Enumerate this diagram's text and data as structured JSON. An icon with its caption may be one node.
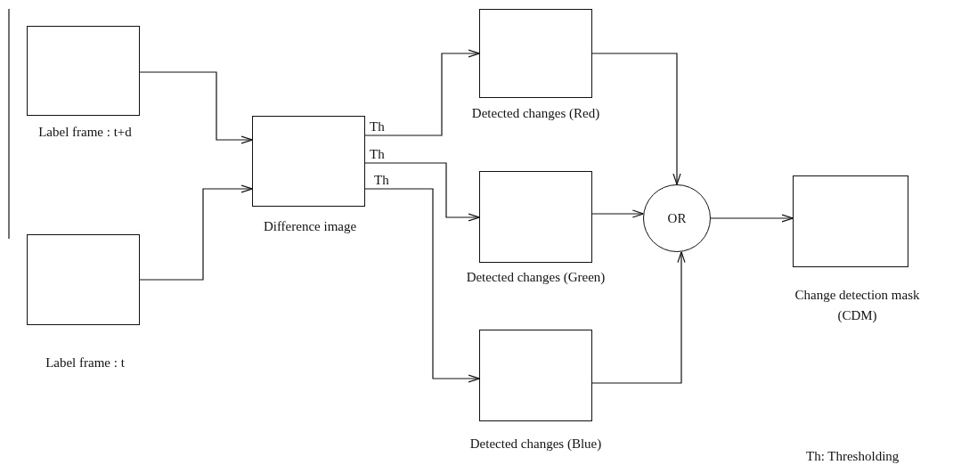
{
  "diagram": {
    "nodes": [
      {
        "text": [
          "Label frame : t+d"
        ]
      },
      {
        "text": [
          "Label frame : t"
        ]
      },
      {
        "text": [
          "Difference image"
        ]
      },
      {
        "text": [
          "Detected changes (Red)"
        ]
      },
      {
        "text": [
          "Detected changes (Green)"
        ]
      },
      {
        "text": [
          "Detected changes (Blue)"
        ]
      },
      {
        "text": [
          "OR"
        ]
      },
      {
        "text": [
          "Change detection mask (CDM)"
        ]
      }
    ],
    "edges": [
      {
        "from": 0,
        "to": 2,
        "arrow": "to"
      },
      {
        "from": 1,
        "to": 2,
        "arrow": "to"
      },
      {
        "from": 2,
        "to": 3,
        "arrow": "to",
        "label": "Th"
      },
      {
        "from": 2,
        "to": 4,
        "arrow": "to",
        "label": "Th"
      },
      {
        "from": 2,
        "to": 5,
        "arrow": "to",
        "label": "Th"
      },
      {
        "from": 3,
        "to": 6,
        "arrow": "to"
      },
      {
        "from": 4,
        "to": 6,
        "arrow": "to"
      },
      {
        "from": 5,
        "to": 6,
        "arrow": "to"
      },
      {
        "from": 6,
        "to": 7,
        "arrow": "to"
      }
    ],
    "labels": [
      "Th: Thresholding"
    ]
  }
}
